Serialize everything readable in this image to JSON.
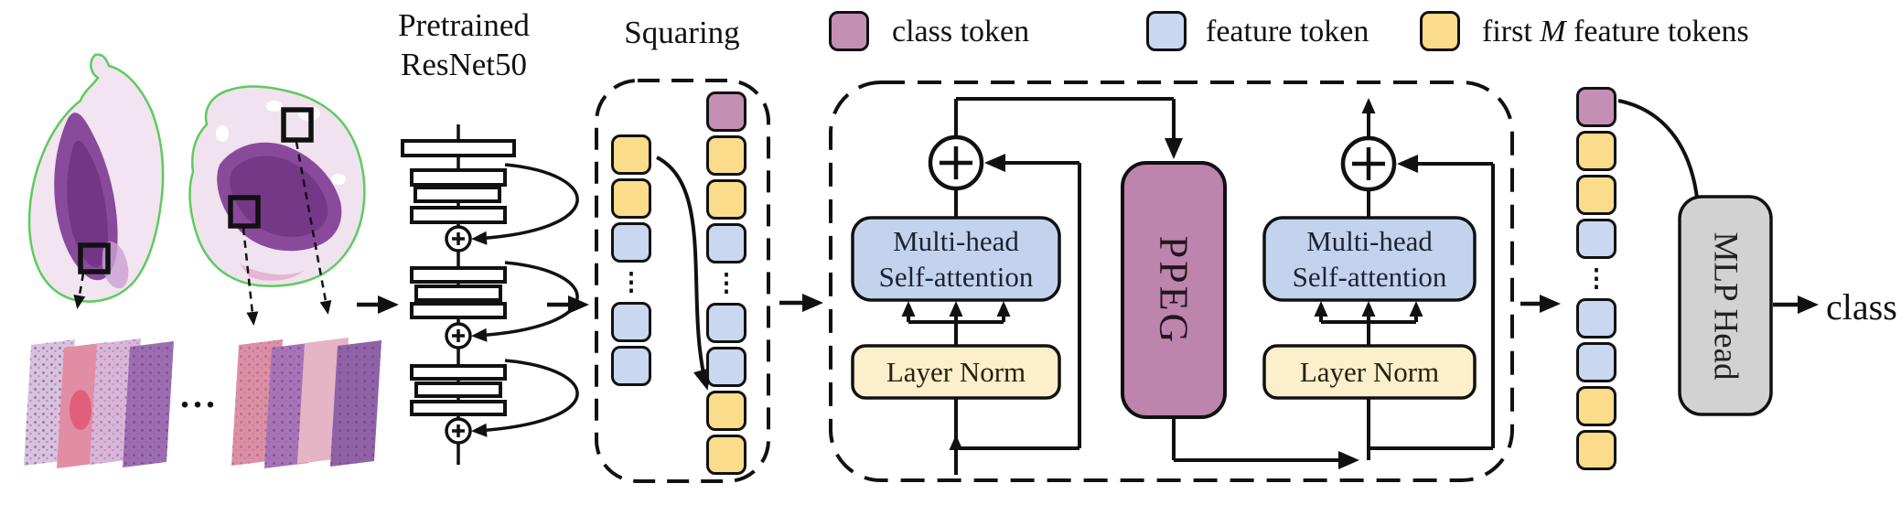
{
  "titles": {
    "pretrained_resnet": "Pretrained\nResNet50",
    "squaring": "Squaring"
  },
  "legend": {
    "class_token_label": "class token",
    "feature_token_label": "feature token",
    "first_m": {
      "pre": "first ",
      "var": "M",
      "post": " feature tokens"
    }
  },
  "colors": {
    "class_token": "#c48fb5",
    "feature_token": "#c9d7f0",
    "first_m_token": "#fbdc8a",
    "msa_fill": "#c3d3ed",
    "layer_norm_fill": "#fbf0cb",
    "ppeg_fill": "#bd84ad",
    "mlp_fill": "#d2d2d2",
    "tissue_outline": "#5ecb5e",
    "line": "#111111"
  },
  "wsi": {
    "ellipsis": "..."
  },
  "dots_char": "⋮",
  "transformer": {
    "msa_label": "Multi-head\nSelf-attention",
    "layer_norm_label": "Layer Norm",
    "ppeg_label": "PPEG"
  },
  "output": {
    "mlp_label": "MLP Head",
    "class_label": "class"
  },
  "columns": {
    "legend_class": [
      "class"
    ],
    "legend_feature": [
      "feature"
    ],
    "legend_first_m": [
      "first_m"
    ],
    "squaring_left": [
      "first_m",
      "first_m",
      "feature",
      "dots",
      "feature",
      "feature"
    ],
    "squaring_right": [
      "class",
      "first_m",
      "first_m",
      "feature",
      "dots",
      "feature",
      "feature",
      "first_m",
      "first_m"
    ],
    "output_col": [
      "class",
      "first_m",
      "first_m",
      "feature",
      "dots",
      "feature",
      "feature",
      "first_m",
      "first_m"
    ]
  }
}
